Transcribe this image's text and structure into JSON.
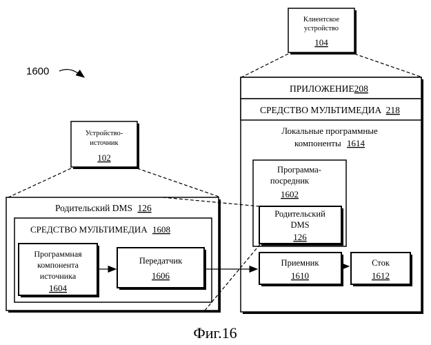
{
  "diagram_ref": "1600",
  "client_device": {
    "label_1": "Клиентское",
    "label_2": "устройство",
    "ref": "104"
  },
  "source_device": {
    "label_1": "Устройство-",
    "label_2": "источник",
    "ref": "102"
  },
  "parent_dms_left": {
    "label": "Родительский  DMS",
    "ref": "126"
  },
  "media_left": {
    "label": "СРЕДСТВО МУЛЬТИМЕДИА",
    "ref": "1608"
  },
  "source_component": {
    "label_1": "Программная",
    "label_2": "компонента",
    "label_3": "источника",
    "ref": "1604"
  },
  "transmitter": {
    "label": "Передатчик",
    "ref": "1606"
  },
  "application": {
    "label": "ПРИЛОЖЕНИЕ",
    "ref": "208"
  },
  "media_right": {
    "label": "СРЕДСТВО МУЛЬТИМЕДИА",
    "ref": "218"
  },
  "local_components": {
    "label_1": "Локальные программные",
    "label_2": "компоненты",
    "ref": "1614"
  },
  "proxy": {
    "label_1": "Программа-",
    "label_2": "посредник",
    "ref": "1602"
  },
  "parent_dms_right": {
    "label_1": "Родительский",
    "label_2": "DMS",
    "ref": "126"
  },
  "receiver": {
    "label": "Приемник",
    "ref": "1610"
  },
  "sink": {
    "label": "Сток",
    "ref": "1612"
  },
  "caption": "Фиг.16"
}
